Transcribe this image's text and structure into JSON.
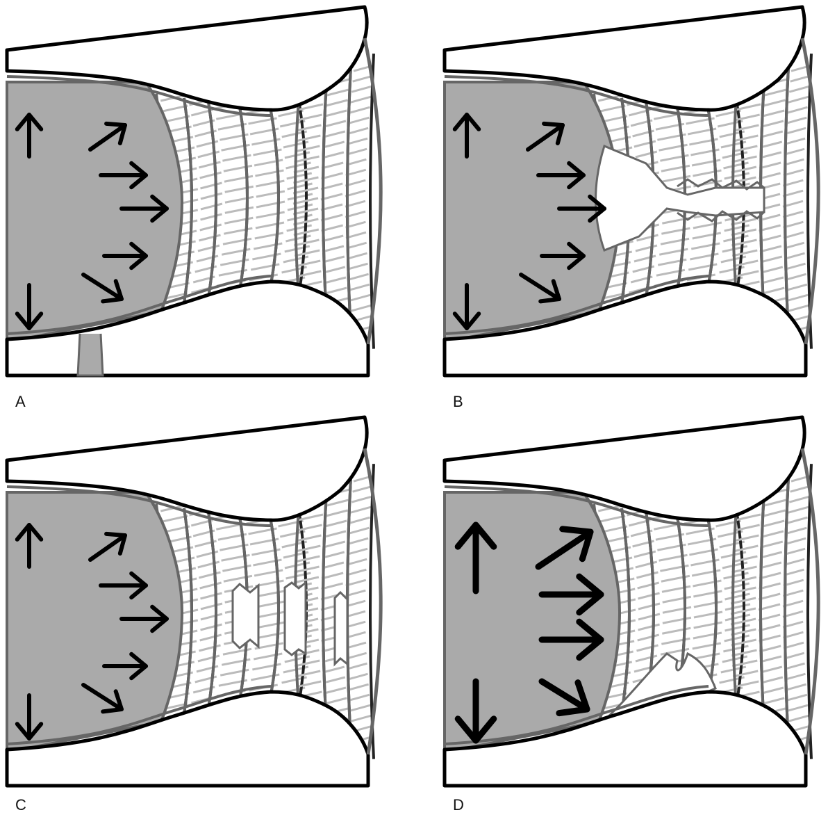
{
  "panels": [
    {
      "id": "A",
      "label": "A",
      "variant": "intact-transverse-gap"
    },
    {
      "id": "B",
      "label": "B",
      "variant": "central-tear"
    },
    {
      "id": "C",
      "label": "C",
      "variant": "interstitial-tears"
    },
    {
      "id": "D",
      "label": "D",
      "variant": "detached-tear"
    }
  ],
  "colors": {
    "bone_fill": "#ffffff",
    "outline": "#000000",
    "lumen_fill": "#aaaaaa",
    "gray_line": "#666666",
    "light_fiber": "#bbbbbb",
    "arrow": "#000000"
  },
  "icons": {
    "arrow": "pressure-arrow-icon"
  }
}
